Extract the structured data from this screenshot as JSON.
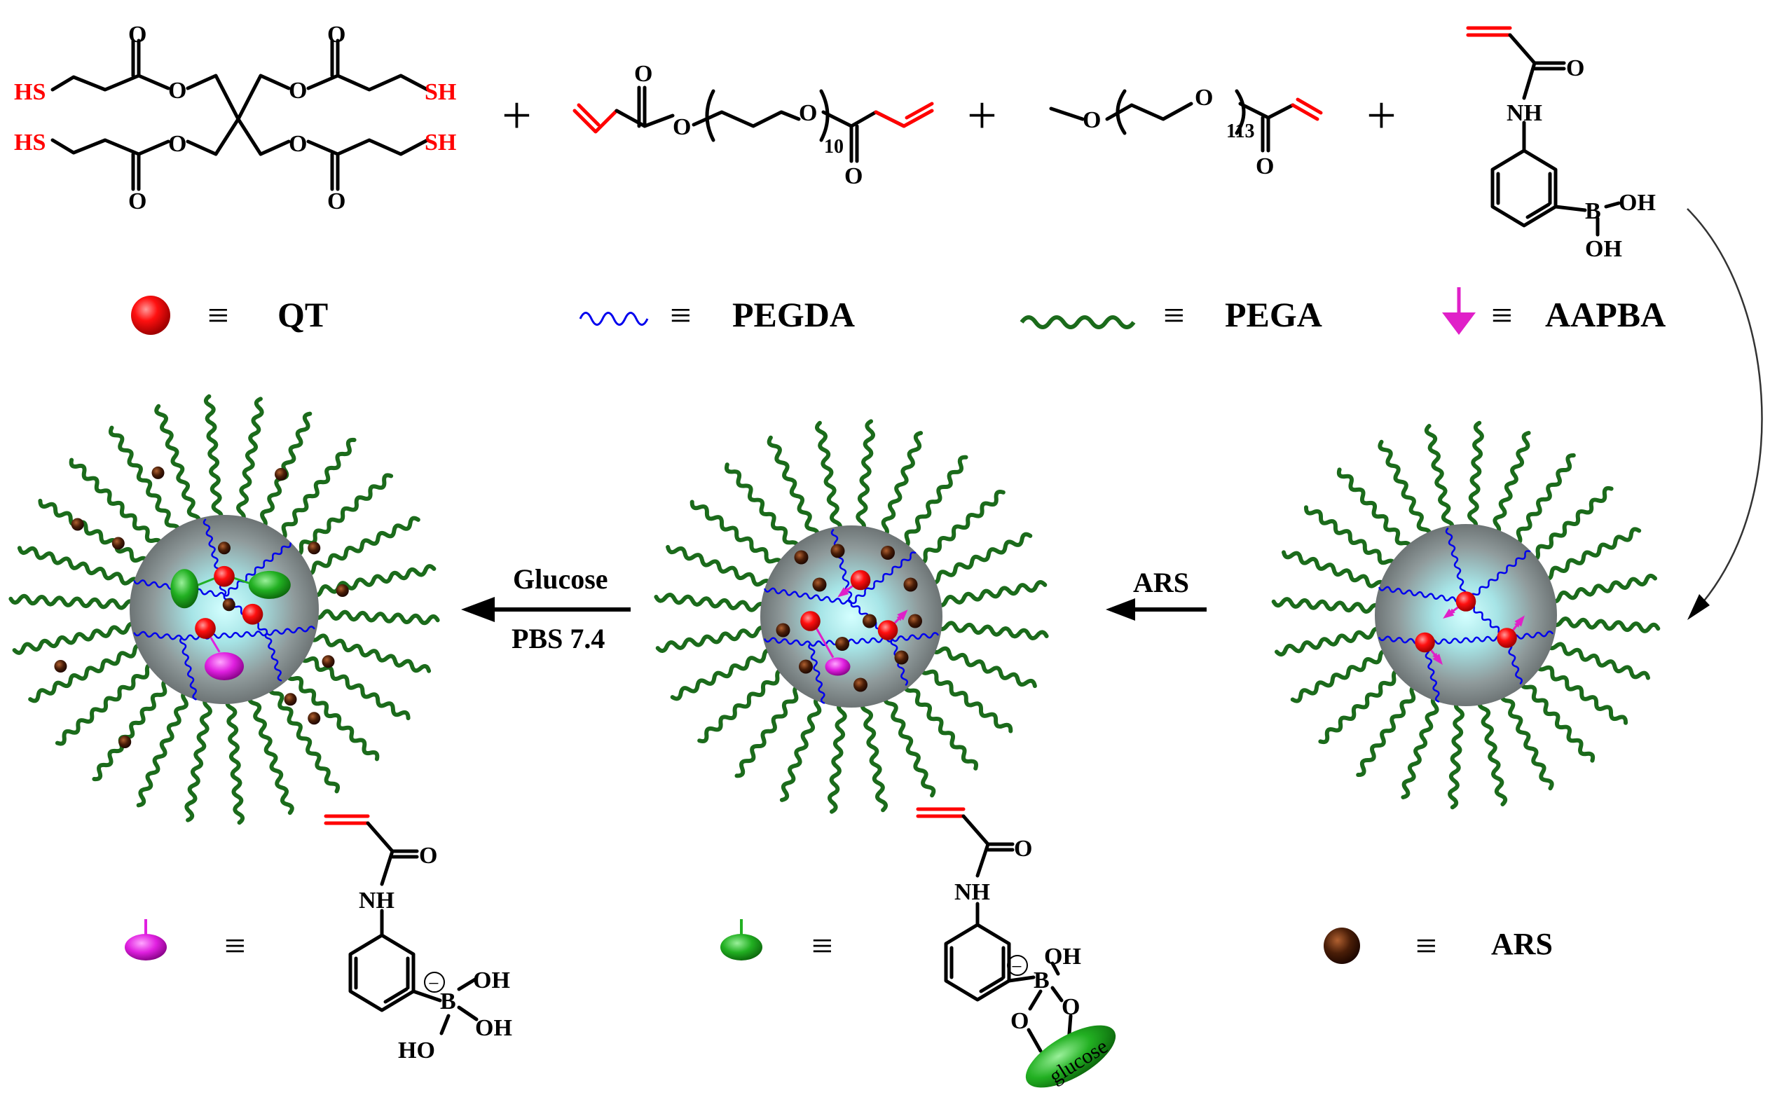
{
  "colors": {
    "thiol": "#ff0000",
    "vinyl": "#ff0000",
    "pegda_chain": "#0000ee",
    "pega_chain": "#1b6b1b",
    "qt_bead": "#ff1010",
    "aapba_arrow": "#e020c8",
    "ars_dot": "#4a1e08",
    "core_gray": "#8e9495",
    "core_cyan": "#b8f4f4",
    "glucose_complex": "#22b022",
    "boronate": "#e020e0"
  },
  "reactants": {
    "qt": {
      "thiol": "HS",
      "thiol_right": "SH",
      "oxygen": "O"
    },
    "pegda": {
      "oxygen": "O",
      "repeat": "10"
    },
    "pega": {
      "oxygen": "O",
      "repeat": "113"
    },
    "aapba": {
      "oxygen": "O",
      "amine": "NH",
      "boron": "B",
      "hydroxyl": "OH"
    },
    "plus": "+"
  },
  "legend": {
    "equiv": "≡",
    "qt": "QT",
    "pegda": "PEGDA",
    "pega": "PEGA",
    "aapba": "AAPBA",
    "ars": "ARS"
  },
  "steps": {
    "step1_label": "ARS",
    "step2_label_top": "Glucose",
    "step2_label_bottom": "PBS 7.4"
  },
  "bottom_structures": {
    "boronate": {
      "oxygen": "O",
      "amine": "NH",
      "boron": "B",
      "hydroxyl": "OH",
      "ho": "HO",
      "charge": "−"
    },
    "glucose_ester": {
      "oxygen": "O",
      "amine": "NH",
      "boron": "B",
      "hydroxyl": "OH",
      "charge": "−",
      "glucose": "glucose"
    }
  }
}
